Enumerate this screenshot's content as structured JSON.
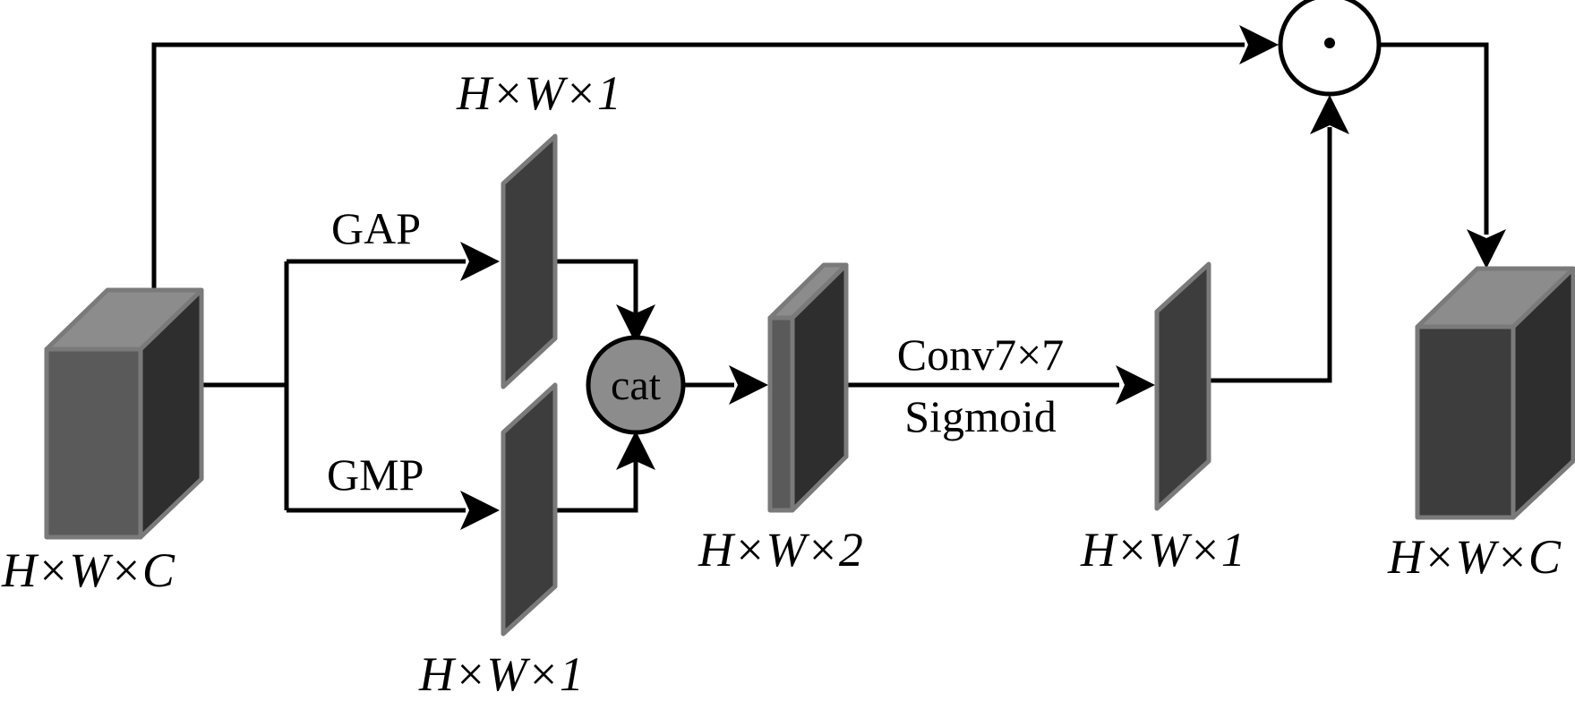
{
  "labels": {
    "input_dims": "H×W×C",
    "gap_dims": "H×W×1",
    "gmp_dims": "H×W×1",
    "concat_dims": "H×W×2",
    "attention_dims": "H×W×1",
    "output_dims": "H×W×C"
  },
  "operations": {
    "gap": "GAP",
    "gmp": "GMP",
    "cat": "cat",
    "conv": "Conv7×7",
    "sigmoid": "Sigmoid",
    "multiply": "·"
  },
  "colors": {
    "block_front": "#3d3d3d",
    "block_side": "#2e2e2e",
    "block_top": "#8c8c8c",
    "block_outline": "#7a7a7a",
    "cat_node": "#8c8c8c"
  }
}
